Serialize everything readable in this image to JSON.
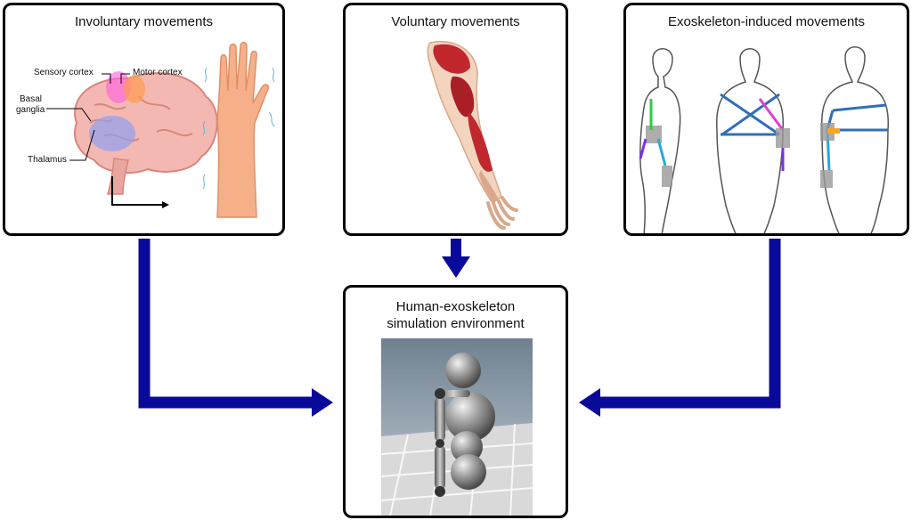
{
  "panels": {
    "involuntary": {
      "title": "Involuntary movements",
      "labels": {
        "sensory_cortex": "Sensory cortex",
        "motor_cortex": "Motor cortex",
        "basal_ganglia_1": "Basal",
        "basal_ganglia_2": "ganglia",
        "thalamus": "Thalamus"
      }
    },
    "voluntary": {
      "title": "Voluntary movements"
    },
    "exoskeleton": {
      "title": "Exoskeleton-induced movements"
    },
    "simulation": {
      "title_line1": "Human-exoskeleton",
      "title_line2": "simulation environment"
    }
  },
  "colors": {
    "arrow": "#0a0a9a",
    "panel_border": "#000000",
    "brain": "#f4b8b2",
    "skin": "#f5b08a",
    "muscle": "#c0282e",
    "strap_green": "#2ecc40",
    "strap_purple": "#7b2ff7",
    "strap_cyan": "#29a8e0",
    "strap_magenta": "#e040c8",
    "strap_blue": "#2f6fb8"
  }
}
